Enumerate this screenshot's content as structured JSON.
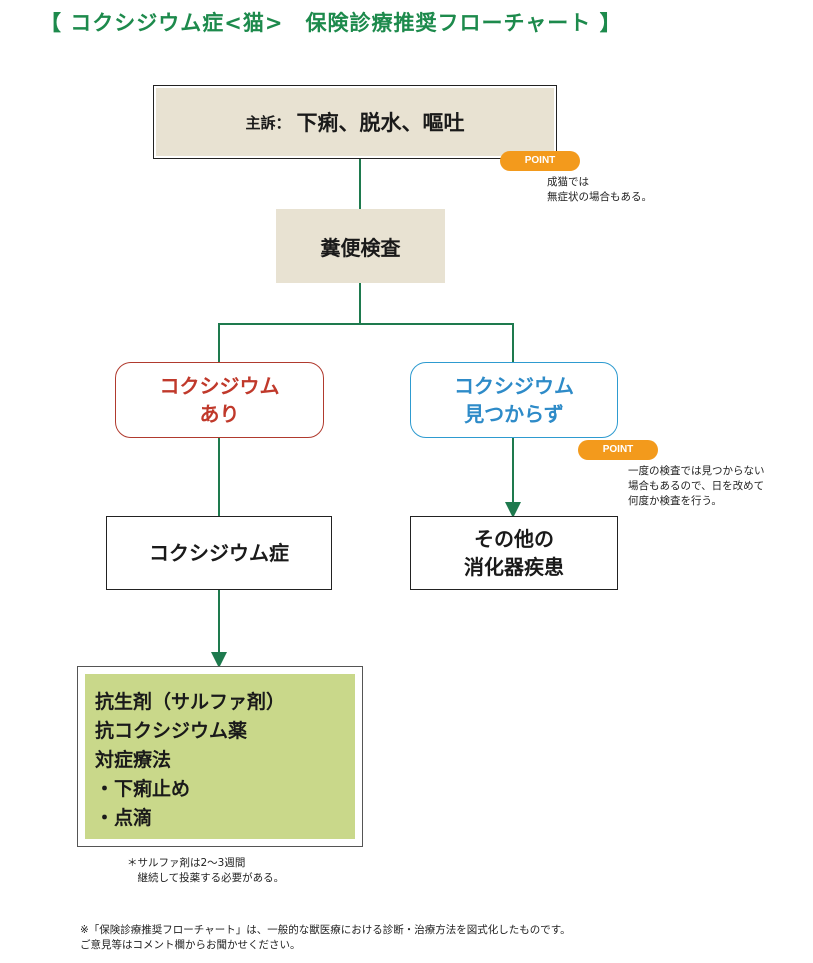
{
  "title": "【 コクシジウム症<猫>　保険診療推奨フローチャート 】",
  "complaint": {
    "label": "主訴：",
    "value": "下痢、脱水、嘔吐"
  },
  "point_label": "POINT",
  "point1_note": [
    "成猫では",
    "無症状の場合もある。"
  ],
  "stool_test": "糞便検査",
  "found": [
    "コクシジウム",
    "あり"
  ],
  "not_found": [
    "コクシジウム",
    "見つからず"
  ],
  "point2_note": [
    "一度の検査では見つからない",
    "場合もあるので、日を改めて",
    "何度か検査を行う。"
  ],
  "diagnosis": "コクシジウム症",
  "other_disease": [
    "その他の",
    "消化器疾患"
  ],
  "treatment": [
    "抗生剤（サルファ剤）",
    "抗コクシジウム薬",
    "対症療法",
    "・下痢止め",
    "・点滴"
  ],
  "treatment_note": [
    "＊サルファ剤は2〜3週間",
    "　継続して投薬する必要がある。"
  ],
  "footer": [
    "※「保険診療推奨フローチャート」は、一般的な獣医療における診断・治療方法を図式化したものです。",
    "ご意見等はコメント欄からお聞かせください。"
  ],
  "colors": {
    "title": "#1d8a4c",
    "line": "#1e7a4e",
    "found": "#c0392b",
    "not_found": "#2e8bc8",
    "point": "#f39a1c",
    "treatment_bg": "#c9d88a",
    "box_bg": "#e8e2d2"
  }
}
